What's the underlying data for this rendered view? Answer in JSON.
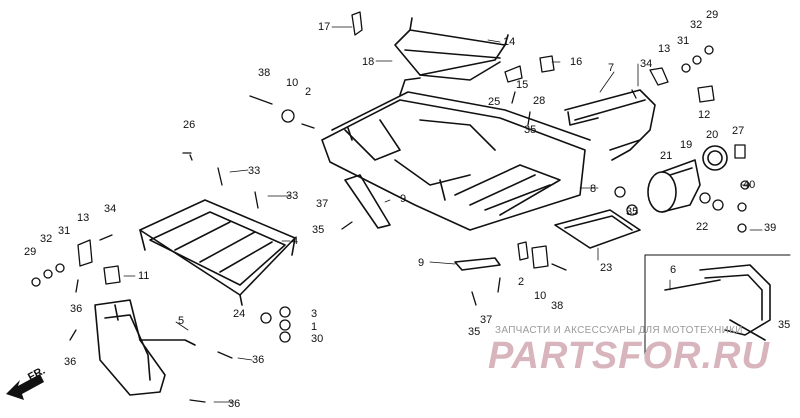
{
  "callouts": [
    {
      "id": "17",
      "text": "17"
    },
    {
      "id": "14",
      "text": "14"
    },
    {
      "id": "18",
      "text": "18"
    },
    {
      "id": "16",
      "text": "16"
    },
    {
      "id": "15",
      "text": "15"
    },
    {
      "id": "25",
      "text": "25"
    },
    {
      "id": "28",
      "text": "28"
    },
    {
      "id": "35a",
      "text": "35"
    },
    {
      "id": "7",
      "text": "7"
    },
    {
      "id": "34a",
      "text": "34"
    },
    {
      "id": "13a",
      "text": "13"
    },
    {
      "id": "31a",
      "text": "31"
    },
    {
      "id": "32a",
      "text": "32"
    },
    {
      "id": "29a",
      "text": "29"
    },
    {
      "id": "12",
      "text": "12"
    },
    {
      "id": "38a",
      "text": "38"
    },
    {
      "id": "10a",
      "text": "10"
    },
    {
      "id": "2a",
      "text": "2"
    },
    {
      "id": "26",
      "text": "26"
    },
    {
      "id": "33a",
      "text": "33"
    },
    {
      "id": "33b",
      "text": "33"
    },
    {
      "id": "37a",
      "text": "37"
    },
    {
      "id": "9a",
      "text": "9"
    },
    {
      "id": "35b",
      "text": "35"
    },
    {
      "id": "8",
      "text": "8"
    },
    {
      "id": "20",
      "text": "20"
    },
    {
      "id": "27",
      "text": "27"
    },
    {
      "id": "19",
      "text": "19"
    },
    {
      "id": "21",
      "text": "21"
    },
    {
      "id": "40",
      "text": "40"
    },
    {
      "id": "22",
      "text": "22"
    },
    {
      "id": "39",
      "text": "39"
    },
    {
      "id": "35c",
      "text": "35"
    },
    {
      "id": "23",
      "text": "23"
    },
    {
      "id": "34b",
      "text": "34"
    },
    {
      "id": "13b",
      "text": "13"
    },
    {
      "id": "32b",
      "text": "32"
    },
    {
      "id": "31b",
      "text": "31"
    },
    {
      "id": "29b",
      "text": "29"
    },
    {
      "id": "11",
      "text": "11"
    },
    {
      "id": "4",
      "text": "4"
    },
    {
      "id": "36a",
      "text": "36"
    },
    {
      "id": "5",
      "text": "5"
    },
    {
      "id": "36b",
      "text": "36"
    },
    {
      "id": "36c",
      "text": "36"
    },
    {
      "id": "36d",
      "text": "36"
    },
    {
      "id": "24",
      "text": "24"
    },
    {
      "id": "3",
      "text": "3"
    },
    {
      "id": "1",
      "text": "1"
    },
    {
      "id": "30",
      "text": "30"
    },
    {
      "id": "9b",
      "text": "9"
    },
    {
      "id": "2b",
      "text": "2"
    },
    {
      "id": "10b",
      "text": "10"
    },
    {
      "id": "38b",
      "text": "38"
    },
    {
      "id": "37b",
      "text": "37"
    },
    {
      "id": "35d",
      "text": "35"
    },
    {
      "id": "6",
      "text": "6"
    },
    {
      "id": "35e",
      "text": "35"
    }
  ],
  "watermark": {
    "caption": "ЗАПЧАСТИ И АКСЕССУАРЫ ДЛЯ МОТОТЕХНИКИ",
    "brand": "PARTSFOR.RU"
  },
  "direction_label": "FR."
}
